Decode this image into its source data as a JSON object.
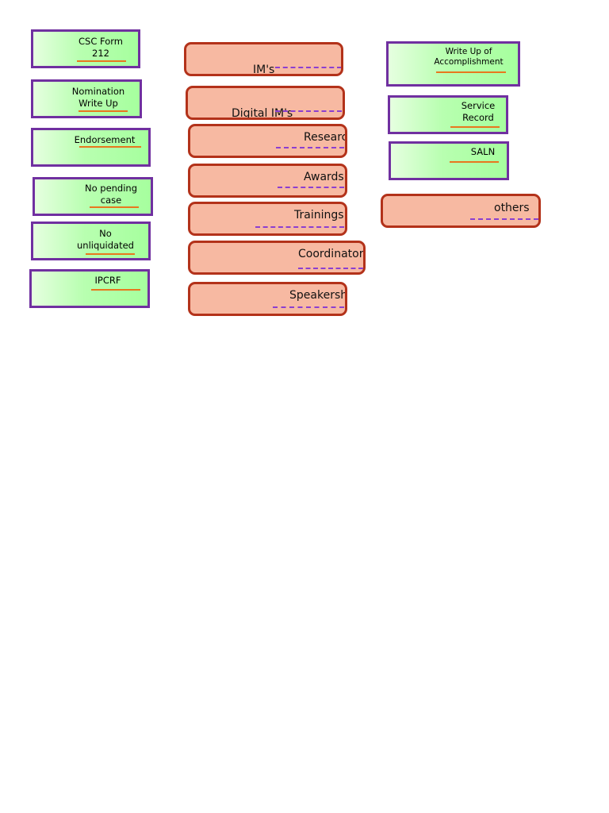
{
  "requirements": [
    {
      "id": "csc-form",
      "label": "CSC Form 212"
    },
    {
      "id": "nomination",
      "label": "Nomination Write Up"
    },
    {
      "id": "endorsement",
      "label": "Endorsement"
    },
    {
      "id": "no-pending",
      "label": "No pending case"
    },
    {
      "id": "no-unliquidated",
      "label": "No unliquidated"
    },
    {
      "id": "ipcrf",
      "label": "IPCRF"
    }
  ],
  "portfolio": [
    {
      "id": "ims",
      "label": "IM's"
    },
    {
      "id": "digital-ims",
      "label": "Digital IM's"
    },
    {
      "id": "research",
      "label": "Research"
    },
    {
      "id": "awards",
      "label": "Awards"
    },
    {
      "id": "trainings",
      "label": "Trainings"
    },
    {
      "id": "coordinatorship",
      "label": "Coordinatorship"
    },
    {
      "id": "speakership",
      "label": "Speakership"
    }
  ],
  "records": [
    {
      "id": "write-up",
      "label": "Write Up of Accomplishment"
    },
    {
      "id": "service-record",
      "label": "Service Record"
    },
    {
      "id": "saln",
      "label": "SALN"
    },
    {
      "id": "others",
      "label": "others"
    }
  ],
  "colors": {
    "green_border": "#7030a0",
    "green_fill": "#a6ff9e",
    "red_border": "#b3321a",
    "red_fill": "#f7b9a2",
    "orange_underline": "#e8771e",
    "purple_dash": "#8b3fd0"
  }
}
